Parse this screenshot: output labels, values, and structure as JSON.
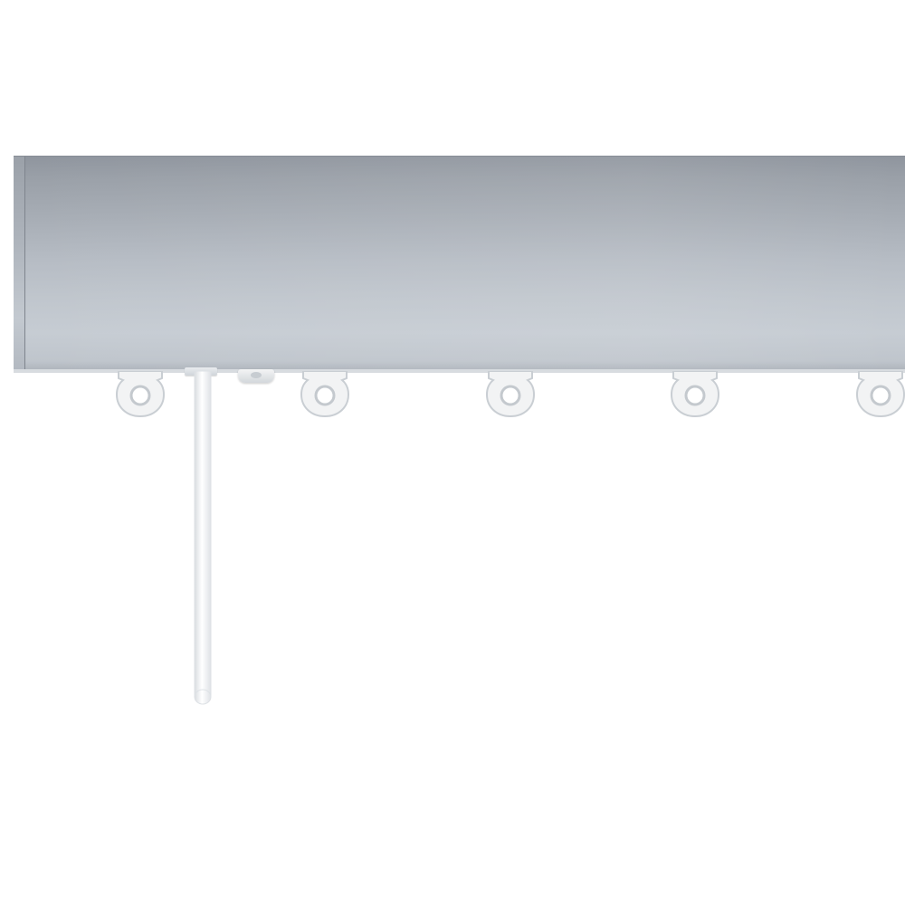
{
  "scene": {
    "description_tags": [
      "curtain-rail",
      "glider-hooks",
      "draw-wand"
    ],
    "colors": {
      "background": "#ffffff",
      "rail_dark": "#8f959e",
      "rail_light": "#c6ccd3",
      "glider": "#f2f3f4",
      "glider_shadow": "#c9ced3",
      "wand": "#ffffff"
    },
    "glider_count": 5,
    "icons": [
      "curtain-rail",
      "glider-hook-icon",
      "draw-wand"
    ]
  }
}
